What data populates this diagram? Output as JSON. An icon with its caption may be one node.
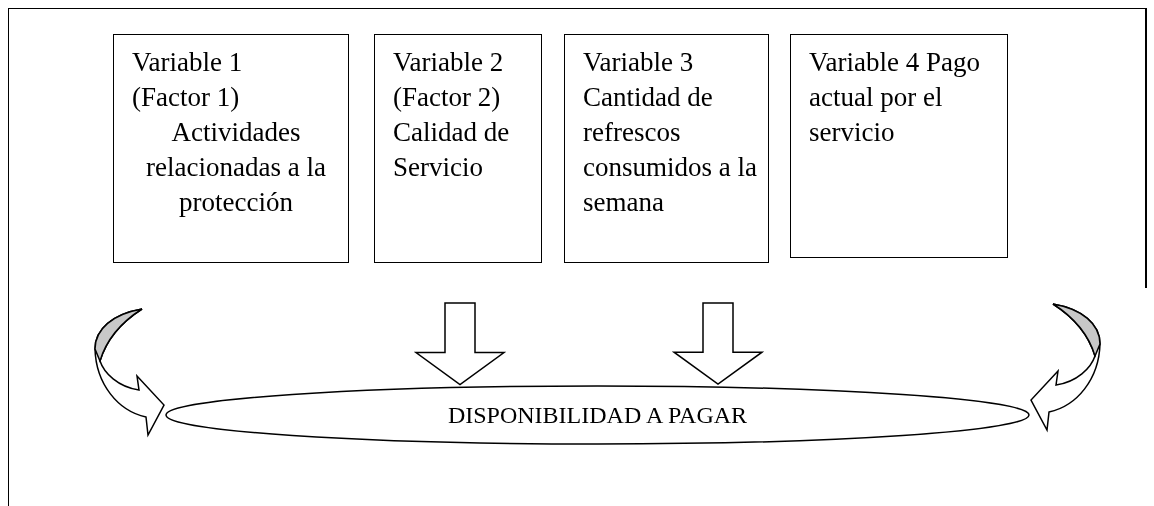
{
  "diagram": {
    "nodes": [
      {
        "text": [
          "Variable 1 (Factor 1)",
          "Actividades relacionadas a la protección"
        ]
      },
      {
        "text": [
          "Variable 2 (Factor 2) Calidad de Servicio"
        ]
      },
      {
        "text": [
          "Variable 3 Cantidad de refrescos consumidos a la semana"
        ]
      },
      {
        "text": [
          "Variable 4 Pago actual por el servicio"
        ]
      },
      {
        "text": [
          "DISPONIBILIDAD A PAGAR"
        ]
      }
    ],
    "edges": [
      {
        "from": 0,
        "to": 4,
        "arrow": "to"
      },
      {
        "from": 1,
        "to": 4,
        "arrow": "to"
      },
      {
        "from": 2,
        "to": 4,
        "arrow": "to"
      },
      {
        "from": 3,
        "to": 4,
        "arrow": "to"
      }
    ]
  }
}
